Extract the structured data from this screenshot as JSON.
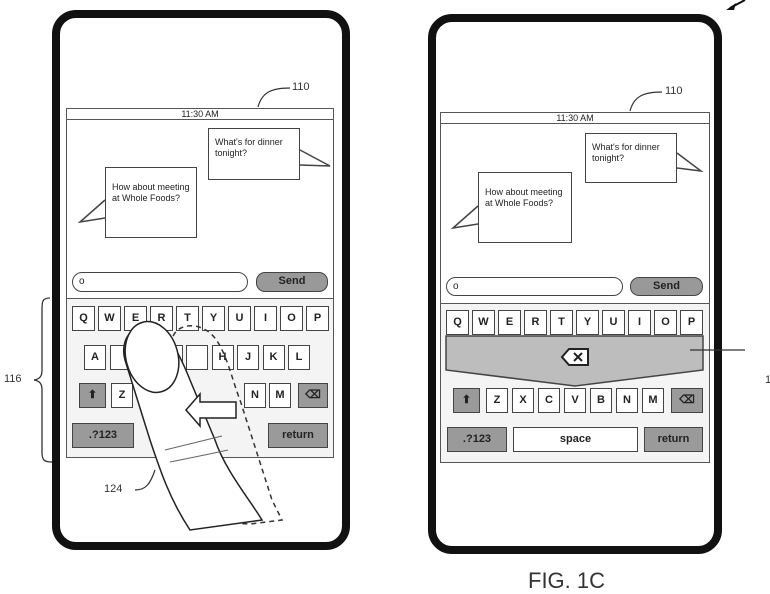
{
  "left_phone": {
    "time": "11:30 AM",
    "bubble_incoming": "What's for dinner tonight?",
    "bubble_reply": "How about meeting at Whole Foods?",
    "input_value": "o",
    "send_label": "Send",
    "row1": [
      "Q",
      "W",
      "E",
      "R",
      "T",
      "Y",
      "U",
      "I",
      "O",
      "P"
    ],
    "row2": [
      "A",
      "",
      "",
      "",
      "",
      "H",
      "J",
      "K",
      "L"
    ],
    "row3_left": "Z",
    "row3_right": [
      "N",
      "M"
    ],
    "numbers_label": ".?123",
    "return_label": "return"
  },
  "right_phone": {
    "time": "11:30 AM",
    "bubble_incoming": "What's for dinner tonight?",
    "bubble_reply": "How about meeting at Whole Foods?",
    "input_value": "o",
    "send_label": "Send",
    "row1": [
      "Q",
      "W",
      "E",
      "R",
      "T",
      "Y",
      "U",
      "I",
      "O",
      "P"
    ],
    "row3": [
      "Z",
      "X",
      "C",
      "V",
      "B",
      "N",
      "M"
    ],
    "numbers_label": ".?123",
    "space_label": "space",
    "return_label": "return"
  },
  "labels": {
    "screen_ref_left": "110",
    "screen_ref_right": "110",
    "keyboard_ref": "116",
    "finger_ref": "124",
    "panel_ref": "1",
    "figure": "FIG. 1C"
  }
}
